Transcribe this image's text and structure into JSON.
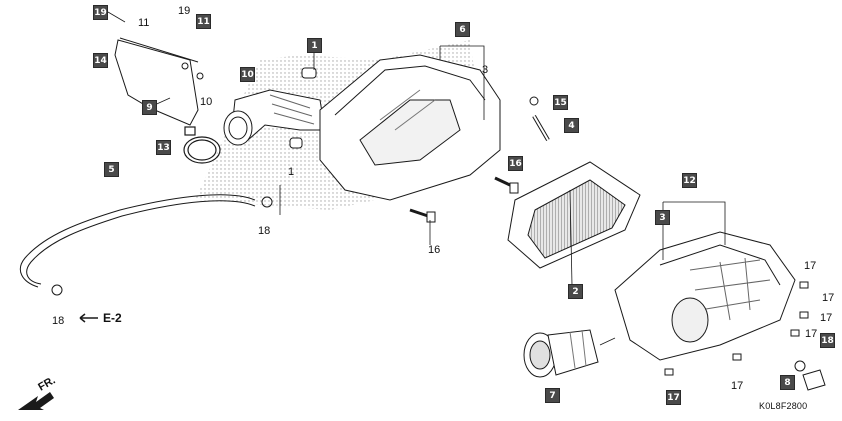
{
  "diagram": {
    "boxed_callouts": [
      "19",
      "11",
      "14",
      "9",
      "1",
      "6",
      "10",
      "15",
      "4",
      "13",
      "16",
      "5",
      "12",
      "3",
      "2",
      "7",
      "18",
      "8",
      "17"
    ],
    "plain_callouts": [
      "11",
      "19",
      "10",
      "3",
      "1",
      "18",
      "16",
      "18",
      "17",
      "17",
      "17",
      "17",
      "17"
    ],
    "reference_label": "E-2",
    "front_label": "FR.",
    "drawing_code": "K0L8F2800"
  },
  "colors": {
    "callout_fill": "#4a4a4a",
    "line": "#1a1a1a",
    "shade": "#d6d6d6"
  }
}
